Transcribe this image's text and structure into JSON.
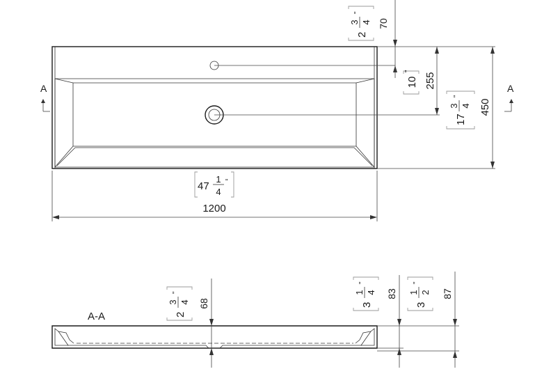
{
  "top_view": {
    "section_mark_left": "A",
    "section_mark_right": "A",
    "width_mm": "1200",
    "width_in": {
      "whole": "47",
      "num": "1",
      "den": "4",
      "unit": "\""
    },
    "tap_offset_mm": "70",
    "tap_offset_in": {
      "whole": "2",
      "num": "3",
      "den": "4",
      "unit": "\""
    },
    "drain_offset_mm": "255",
    "drain_offset_in": {
      "whole": "10",
      "unit": "\""
    },
    "depth_mm": "450",
    "depth_in": {
      "whole": "17",
      "num": "3",
      "den": "4",
      "unit": "\""
    }
  },
  "section_view": {
    "label": "A-A",
    "bowl_depth_mm": "68",
    "bowl_depth_in": {
      "whole": "2",
      "num": "3",
      "den": "4",
      "unit": "\""
    },
    "height_mm": "83",
    "height_in": {
      "whole": "3",
      "num": "1",
      "den": "4",
      "unit": "\""
    },
    "total_height_mm": "87",
    "total_height_in": {
      "whole": "3",
      "num": "1",
      "den": "2",
      "unit": "\""
    }
  }
}
